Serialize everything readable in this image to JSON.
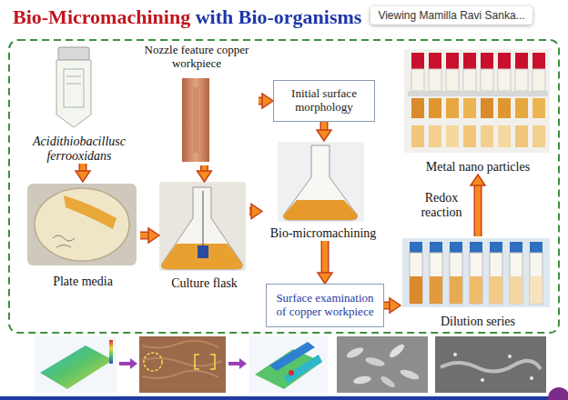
{
  "diagram": {
    "title": "Bio-Micromachining with Bio-organisms",
    "nodes": [
      {
        "text": [
          "Acidithiobacillusc ferrooxidans"
        ]
      },
      {
        "text": [
          "Nozzle feature copper workpiece"
        ]
      },
      {
        "text": [
          "Initial surface morphology"
        ]
      },
      {
        "text": [
          "Metal nano particles"
        ]
      },
      {
        "text": [
          "Bio-micromachining"
        ]
      },
      {
        "text": [
          "Plate media"
        ]
      },
      {
        "text": [
          "Culture flask"
        ]
      },
      {
        "text": [
          "Surface examination of copper workpiece"
        ]
      },
      {
        "text": [
          "Dilution series"
        ]
      }
    ],
    "edges": [
      {
        "from": 0,
        "to": 5,
        "arrow": "to"
      },
      {
        "from": 1,
        "to": 2,
        "arrow": "to"
      },
      {
        "from": 2,
        "to": 4,
        "arrow": "to"
      },
      {
        "from": 1,
        "to": 6,
        "arrow": "to"
      },
      {
        "from": 5,
        "to": 6,
        "arrow": "to"
      },
      {
        "from": 6,
        "to": 4,
        "arrow": "to"
      },
      {
        "from": 4,
        "to": 7,
        "arrow": "to"
      },
      {
        "from": 7,
        "to": 8,
        "arrow": "to"
      },
      {
        "from": 8,
        "to": 3,
        "label": "Redox reaction",
        "arrow": "to"
      }
    ],
    "labels": [
      "Viewing Mamilla Ravi Sanka..."
    ]
  }
}
